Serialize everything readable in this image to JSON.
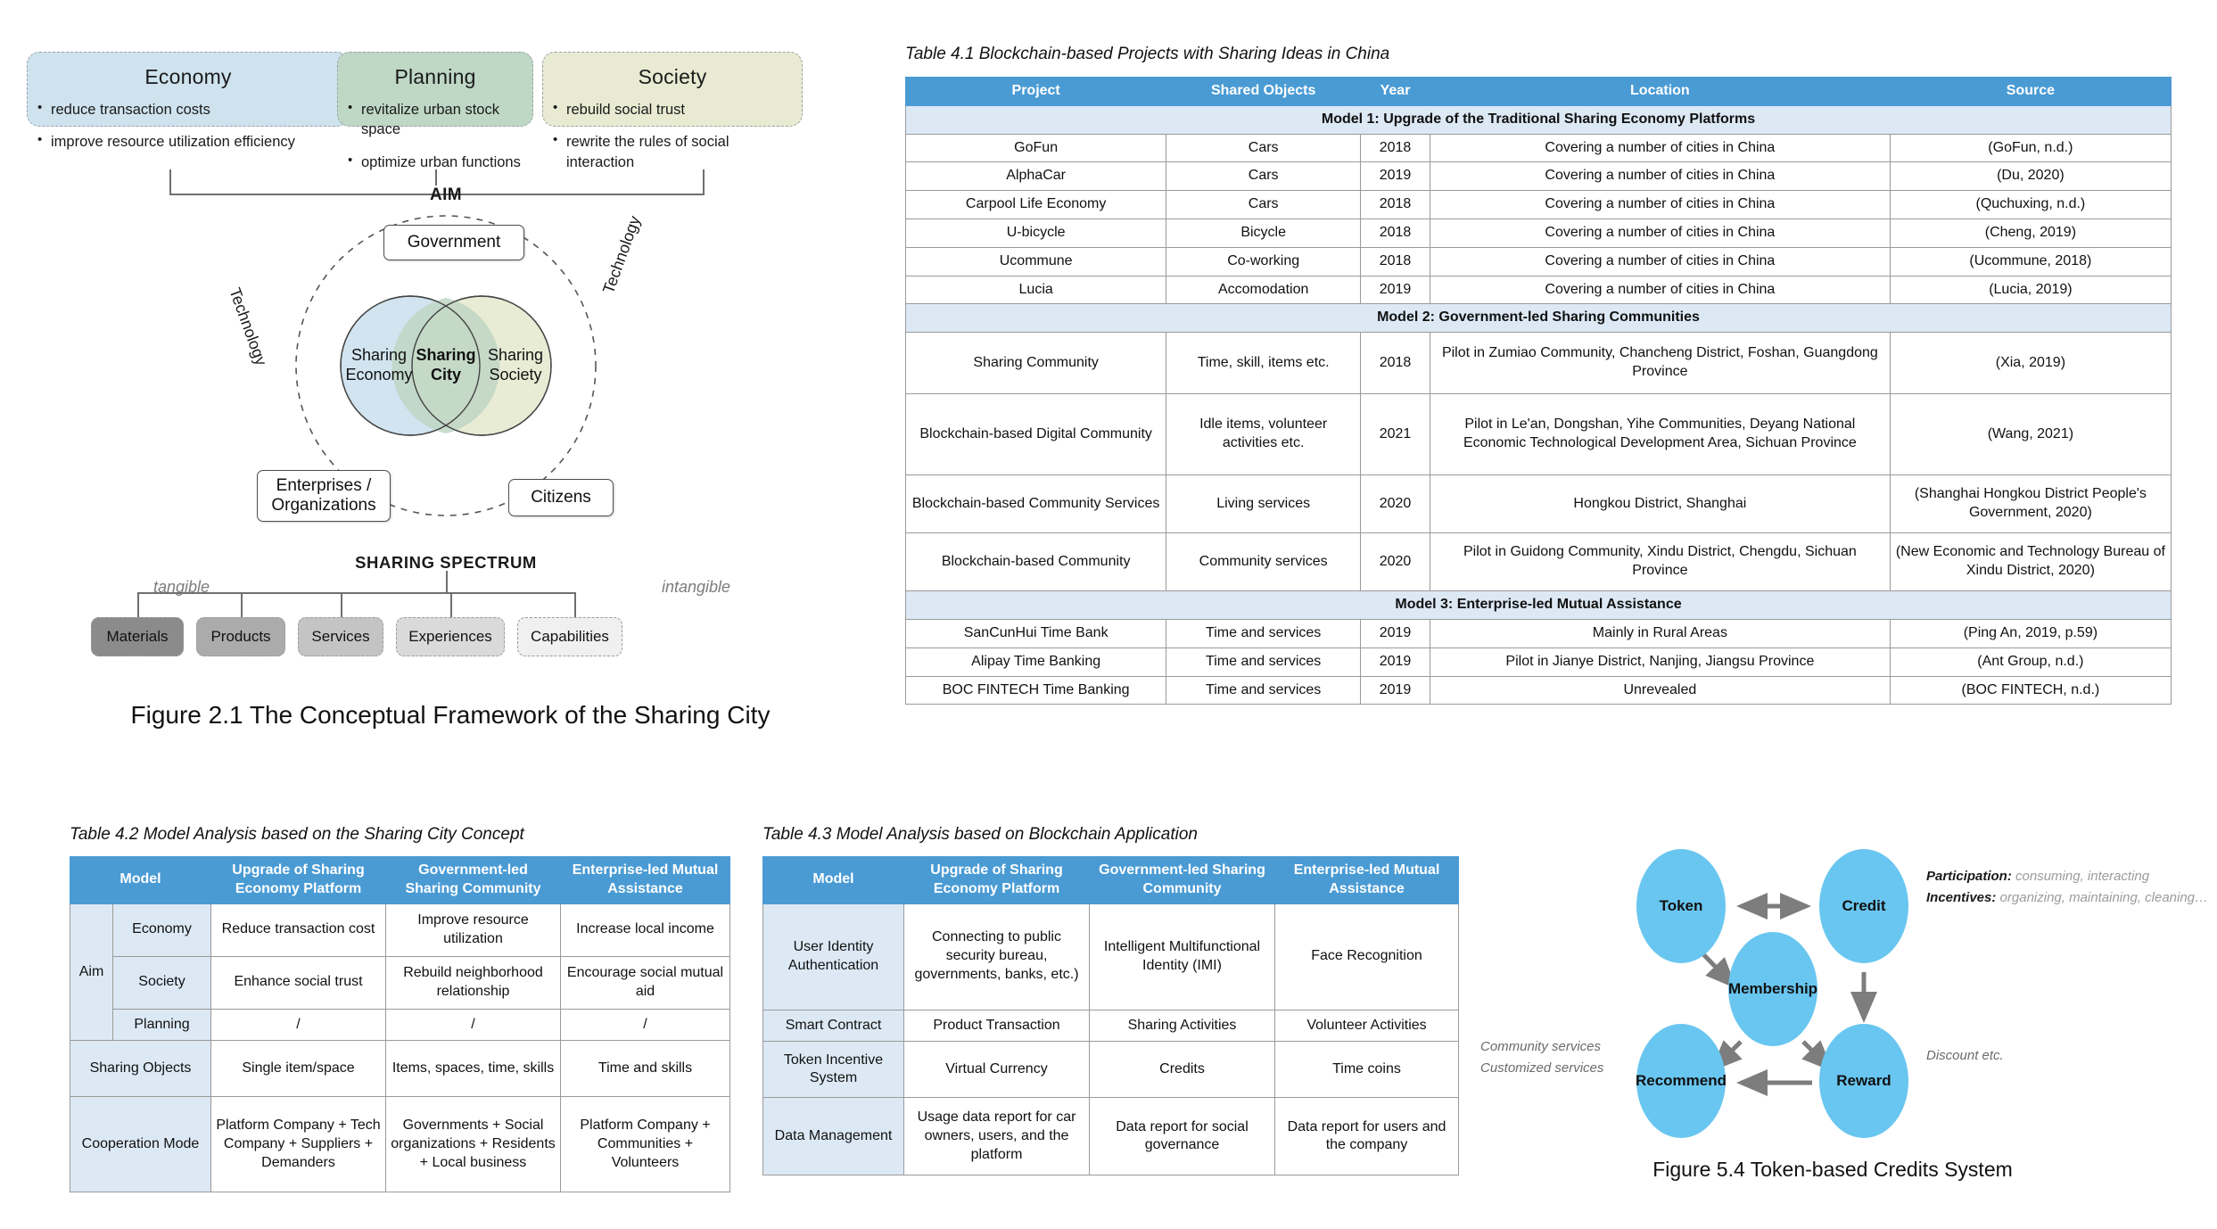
{
  "figure21": {
    "caption": "Figure 2.1 The Conceptual Framework of the Sharing City",
    "boxes": [
      {
        "title": "Economy",
        "bullets": [
          "reduce transaction costs",
          "improve resource utilization efficiency"
        ],
        "color": "#cfe3ef"
      },
      {
        "title": "Planning",
        "bullets": [
          "revitalize urban stock space",
          "optimize urban functions"
        ],
        "color": "#bfd8c5"
      },
      {
        "title": "Society",
        "bullets": [
          "rebuild social trust",
          "rewrite the rules of social interaction"
        ],
        "color": "#e8ebd2"
      }
    ],
    "aim_label": "AIM",
    "nodes": {
      "government": "Government",
      "enterprises": "Enterprises /\nOrganizations",
      "citizens": "Citizens"
    },
    "technology_left": "Technology",
    "technology_right": "Technology",
    "venn": {
      "left": "Sharing\nEconomy",
      "center": "Sharing\nCity",
      "right": "Sharing\nSociety",
      "left_color": "#cfe3ef",
      "center_color": "#bfd6c4",
      "right_color": "#e7ead0"
    },
    "spectrum": {
      "title": "SHARING SPECTRUM",
      "left_edge": "tangible",
      "right_edge": "intangible",
      "items": [
        "Materials",
        "Products",
        "Services",
        "Experiences",
        "Capabilities"
      ]
    }
  },
  "table41": {
    "caption": "Table 4.1 Blockchain-based Projects with Sharing Ideas in China",
    "columns": [
      "Project",
      "Shared Objects",
      "Year",
      "Location",
      "Source"
    ],
    "sections": [
      {
        "band": "Model 1: Upgrade of the Traditional Sharing Economy Platforms",
        "rows": [
          [
            "GoFun",
            "Cars",
            "2018",
            "Covering a number of cities in China",
            "(GoFun, n.d.)"
          ],
          [
            "AlphaCar",
            "Cars",
            "2019",
            "Covering a number of cities in China",
            "(Du, 2020)"
          ],
          [
            "Carpool Life Economy",
            "Cars",
            "2018",
            "Covering a number of cities in China",
            "(Quchuxing, n.d.)"
          ],
          [
            "U-bicycle",
            "Bicycle",
            "2018",
            "Covering a number of cities in China",
            "(Cheng, 2019)"
          ],
          [
            "Ucommune",
            "Co-working",
            "2018",
            "Covering a number of cities in China",
            "(Ucommune, 2018)"
          ],
          [
            "Lucia",
            "Accomodation",
            "2019",
            "Covering a number of cities in China",
            "(Lucia, 2019)"
          ]
        ]
      },
      {
        "band": "Model 2: Government-led Sharing Communities",
        "rows": [
          [
            "Sharing Community",
            "Time, skill, items etc.",
            "2018",
            "Pilot in Zumiao Community, Chancheng District, Foshan, Guangdong Province",
            "(Xia, 2019)"
          ],
          [
            "Blockchain-based Digital Community",
            "Idle items, volunteer activities etc.",
            "2021",
            "Pilot in Le'an, Dongshan, Yihe Communities, Deyang National Economic Technological Development Area, Sichuan Province",
            "(Wang, 2021)"
          ],
          [
            "Blockchain-based Community Services",
            "Living services",
            "2020",
            "Hongkou District, Shanghai",
            "(Shanghai Hongkou District People's Government, 2020)"
          ],
          [
            "Blockchain-based Community",
            "Community services",
            "2020",
            "Pilot in Guidong Community, Xindu District, Chengdu, Sichuan Province",
            "(New Economic and Technology Bureau of Xindu District, 2020)"
          ]
        ]
      },
      {
        "band": "Model 3: Enterprise-led Mutual Assistance",
        "rows": [
          [
            "SanCunHui Time Bank",
            "Time and services",
            "2019",
            "Mainly in Rural Areas",
            "(Ping An, 2019, p.59)"
          ],
          [
            "Alipay Time Banking",
            "Time and services",
            "2019",
            "Pilot in Jianye District, Nanjing, Jiangsu Province",
            "(Ant Group, n.d.)"
          ],
          [
            "BOC FINTECH Time Banking",
            "Time and services",
            "2019",
            "Unrevealed",
            "(BOC FINTECH, n.d.)"
          ]
        ]
      }
    ]
  },
  "table42": {
    "caption": "Table 4.2 Model Analysis based on the Sharing City Concept",
    "columns": [
      "Model",
      "Upgrade of Sharing Economy Platform",
      "Government-led Sharing Community",
      "Enterprise-led Mutual Assistance"
    ],
    "group_label": "Aim",
    "aim_rows": [
      {
        "label": "Economy",
        "values": [
          "Reduce transaction cost",
          "Improve resource utilization",
          "Increase local income"
        ]
      },
      {
        "label": "Society",
        "values": [
          "Enhance social trust",
          "Rebuild neighborhood relationship",
          "Encourage social mutual aid"
        ]
      },
      {
        "label": "Planning",
        "values": [
          "/",
          "/",
          "/"
        ]
      }
    ],
    "rows": [
      {
        "label": "Sharing Objects",
        "values": [
          "Single item/space",
          "Items, spaces, time, skills",
          "Time and skills"
        ]
      },
      {
        "label": "Cooperation Mode",
        "values": [
          "Platform Company + Tech Company + Suppliers + Demanders",
          "Governments + Social organizations + Residents + Local business",
          "Platform Company + Communities + Volunteers"
        ]
      }
    ]
  },
  "table43": {
    "caption": "Table 4.3 Model Analysis based on Blockchain Application",
    "columns": [
      "Model",
      "Upgrade of Sharing Economy Platform",
      "Government-led Sharing Community",
      "Enterprise-led Mutual Assistance"
    ],
    "rows": [
      {
        "label": "User Identity Authentication",
        "values": [
          "Connecting to public security bureau, governments, banks, etc.)",
          "Intelligent Multifunctional Identity (IMI)",
          "Face Recognition"
        ]
      },
      {
        "label": "Smart Contract",
        "values": [
          "Product Transaction",
          "Sharing Activities",
          "Volunteer Activities"
        ]
      },
      {
        "label": "Token Incentive System",
        "values": [
          "Virtual Currency",
          "Credits",
          "Time coins"
        ]
      },
      {
        "label": "Data Management",
        "values": [
          "Usage data report for car owners, users, and the platform",
          "Data report for social governance",
          "Data report for users and the company"
        ]
      }
    ]
  },
  "figure54": {
    "caption": "Figure 5.4 Token-based Credits System",
    "nodes": {
      "token": "Token",
      "credit": "Credit",
      "membership": "Membership",
      "recommend": "Recommend",
      "reward": "Reward"
    },
    "node_color": "#69c6f0",
    "notes": {
      "participation_label": "Participation:",
      "participation_value": " consuming, interacting",
      "incentives_label": "Incentives:",
      "incentives_value": " organizing, maintaining, cleaning…",
      "discount": "Discount etc.",
      "community_services": "Community services",
      "customized_services": "Customized services"
    }
  }
}
